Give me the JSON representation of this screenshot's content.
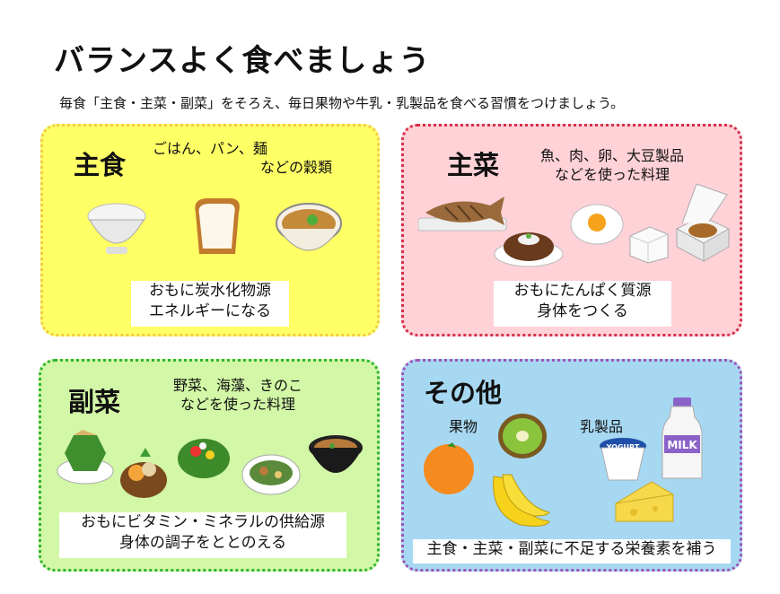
{
  "title": "バランスよく食べましょう",
  "subtitle": "毎食「主食・主菜・副菜」をそろえ、毎日果物や牛乳・乳製品を食べる習慣をつけましょう。",
  "cards": {
    "shushoku": {
      "heading": "主食",
      "desc": [
        "ごはん、パン、麺",
        "などの穀類"
      ],
      "box": [
        "おもに炭水化物源",
        "エネルギーになる"
      ]
    },
    "shusai": {
      "heading": "主菜",
      "desc": [
        "魚、肉、卵、大豆製品",
        "などを使った料理"
      ],
      "box": [
        "おもにたんぱく質源",
        "身体をつくる"
      ]
    },
    "fukusai": {
      "heading": "副菜",
      "desc": [
        "野菜、海藻、きのこ",
        "などを使った料理"
      ],
      "box": [
        "おもにビタミン・ミネラルの供給源",
        "身体の調子をととのえる"
      ]
    },
    "sonota": {
      "heading": "その他",
      "fruit_label": "果物",
      "dairy_label": "乳製品",
      "yogurt_text": "YOGURT",
      "milk_text": "MILK",
      "box": [
        "主食・主菜・副菜に不足する栄養素を補う"
      ]
    }
  },
  "colors": {
    "shushoku_bg": "#ffff66",
    "shusai_bg": "#ffd2d8",
    "fukusai_bg": "#d2f7a6",
    "sonota_bg": "#a7d8f2"
  }
}
